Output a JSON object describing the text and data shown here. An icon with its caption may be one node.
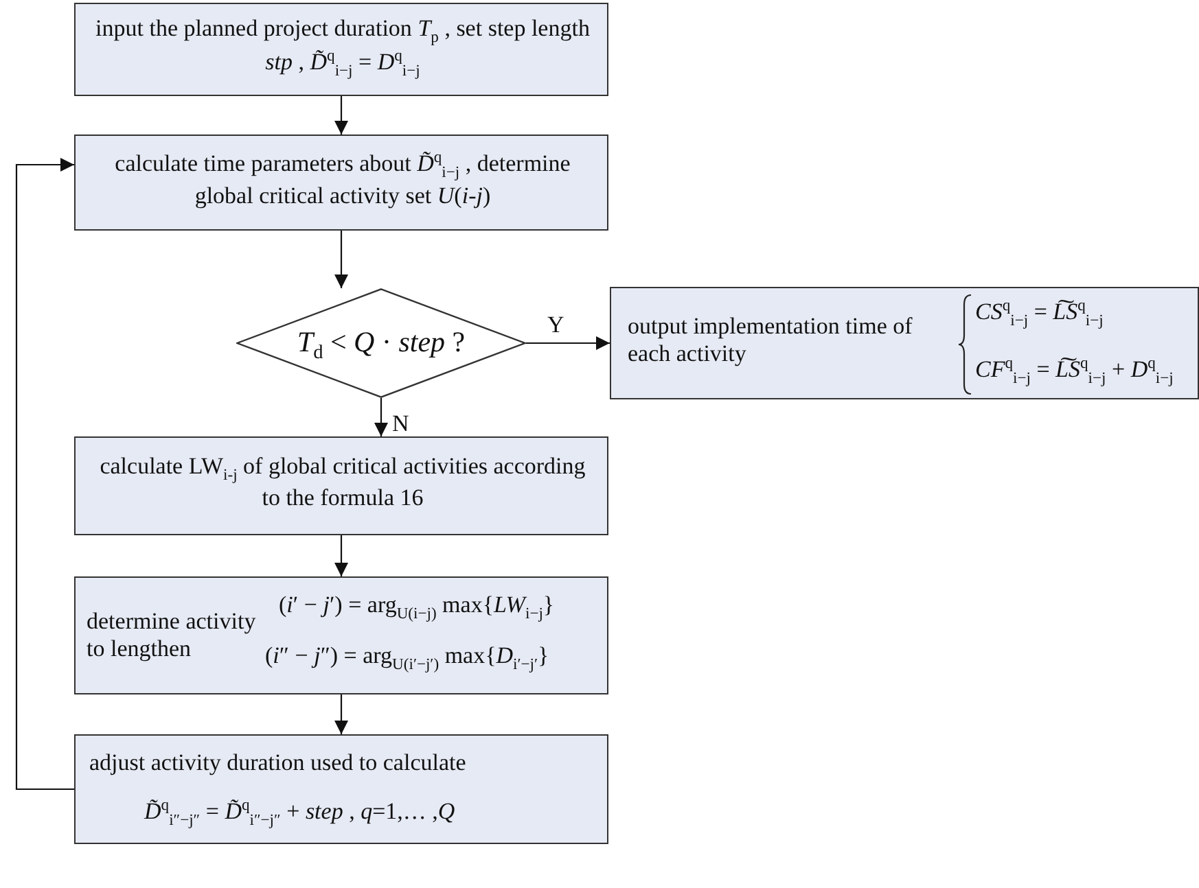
{
  "diagram": {
    "nodes": [
      {
        "text": [
          "input the planned project duration *T*$_{p}$ , set step length *stp* , *D̃*$^{q}$$_{i−j}$ = *D*$^{q}$$_{i−j}$"
        ]
      },
      {
        "text": [
          "calculate time parameters about *D̃*$^{q}$$_{i−j}$ , determine global critical activity set *U*(*i*-*j*)"
        ]
      },
      {
        "text": [
          "*T*$_{d}$ < *Q* · *step* ?"
        ]
      },
      {
        "text": [
          "output implementation time of each activity",
          "*CS*$^{q}$$_{i−j}$ = *L͠S*$^{q}$$_{i−j}$",
          "*CF*$^{q}$$_{i−j}$ = *L͠S*$^{q}$$_{i−j}$ + *D*$^{q}$$_{i−j}$"
        ]
      },
      {
        "text": [
          "calculate LW$_{i-j}$ of global critical activities according to the formula 16"
        ]
      },
      {
        "text": [
          "determine activity to lengthen",
          "(*i*′ − *j*′) = arg$_{U(i−j)}$ max{*LW*$_{i−j}$}",
          "(*i*″ − *j*″) = arg$_{U(i′−j′)}$ max{*D*$_{i′−j′}$}"
        ]
      },
      {
        "text": [
          "adjust activity duration used to calculate",
          "*D̃*$^{q}$$_{i″−j″}$ = *D̃*$^{q}$$_{i″−j″}$ + *step* , *q*=1,… ,*Q*"
        ]
      }
    ],
    "edges": [
      {
        "from": 0,
        "to": 1,
        "arrow": "to"
      },
      {
        "from": 1,
        "to": 2,
        "arrow": "to"
      },
      {
        "from": 2,
        "to": 3,
        "arrow": "to",
        "label": "Y"
      },
      {
        "from": 2,
        "to": 4,
        "arrow": "to",
        "label": "N"
      },
      {
        "from": 4,
        "to": 5,
        "arrow": "to"
      },
      {
        "from": 5,
        "to": 6,
        "arrow": "to"
      },
      {
        "from": 6,
        "to": 1,
        "arrow": "to"
      }
    ]
  }
}
